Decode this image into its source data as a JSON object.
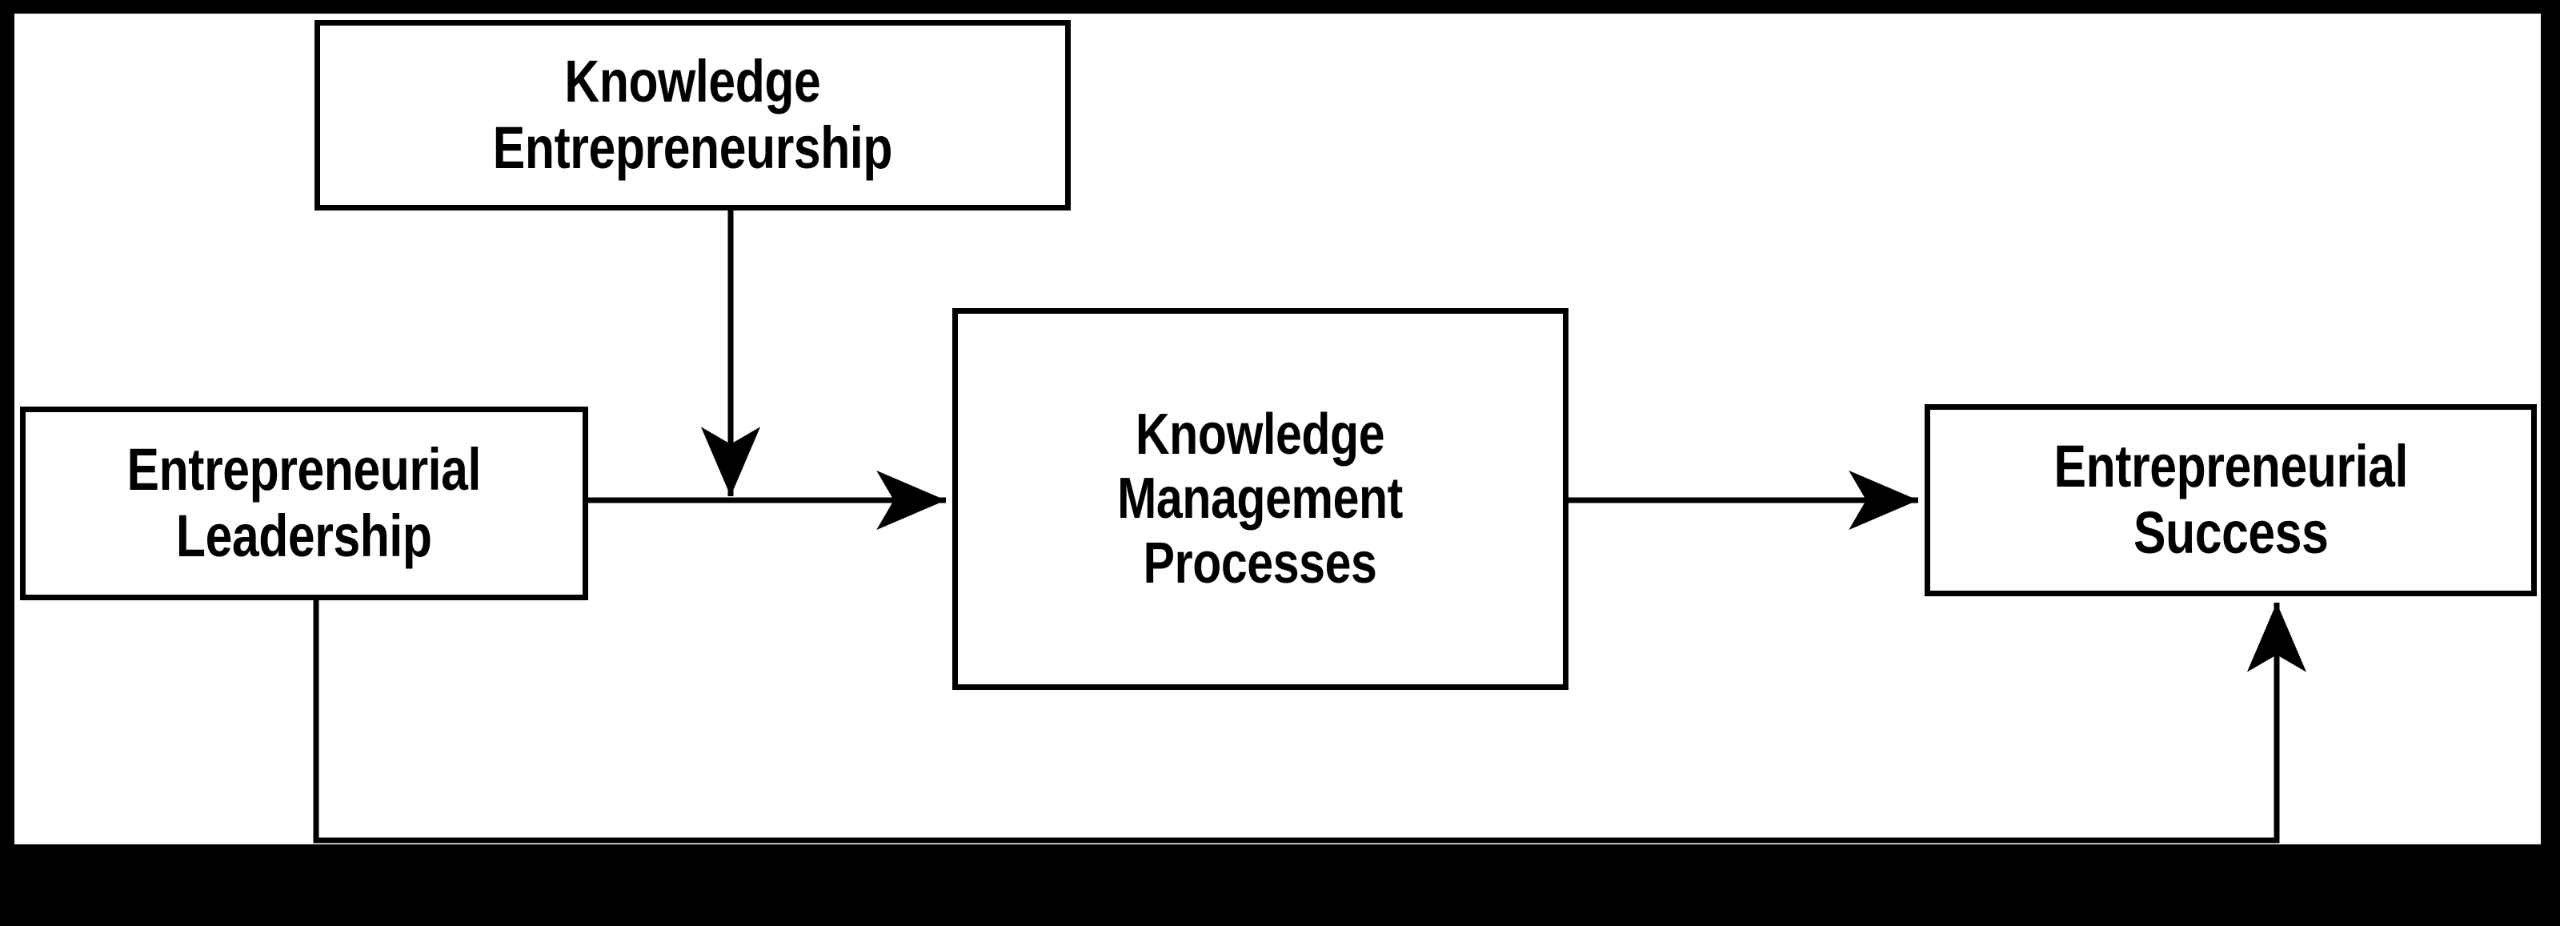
{
  "figure": {
    "type": "conceptual-framework-diagram",
    "background_color": "#ffffff",
    "matte_color": "#000000",
    "stroke_color": "#000000"
  },
  "nodes": [
    {
      "id": "knowledge-entrepreneurship",
      "label": "Knowledge\nEntrepreneurship",
      "role": "moderator"
    },
    {
      "id": "entrepreneurial-leadership",
      "label": "Entrepreneurial\nLeadership",
      "role": "independent-variable"
    },
    {
      "id": "knowledge-management-processes",
      "label": "Knowledge\nManagement\nProcesses",
      "role": "mediator"
    },
    {
      "id": "entrepreneurial-success",
      "label": "Entrepreneurial\nSuccess",
      "role": "dependent-variable"
    }
  ],
  "edges": [
    {
      "id": "edge-leadership-to-kmp",
      "from": "entrepreneurial-leadership",
      "to": "knowledge-management-processes",
      "label": "",
      "style": "solid-arrow"
    },
    {
      "id": "edge-knowledge-entrepreneurship-moderates",
      "from": "knowledge-entrepreneurship",
      "to": "edge-leadership-to-kmp",
      "label": "",
      "style": "solid-arrow-moderation"
    },
    {
      "id": "edge-kmp-to-success",
      "from": "knowledge-management-processes",
      "to": "entrepreneurial-success",
      "label": "",
      "style": "solid-arrow"
    },
    {
      "id": "edge-leadership-to-success",
      "from": "entrepreneurial-leadership",
      "to": "entrepreneurial-success",
      "label": "",
      "style": "solid-arrow-elbow"
    }
  ]
}
